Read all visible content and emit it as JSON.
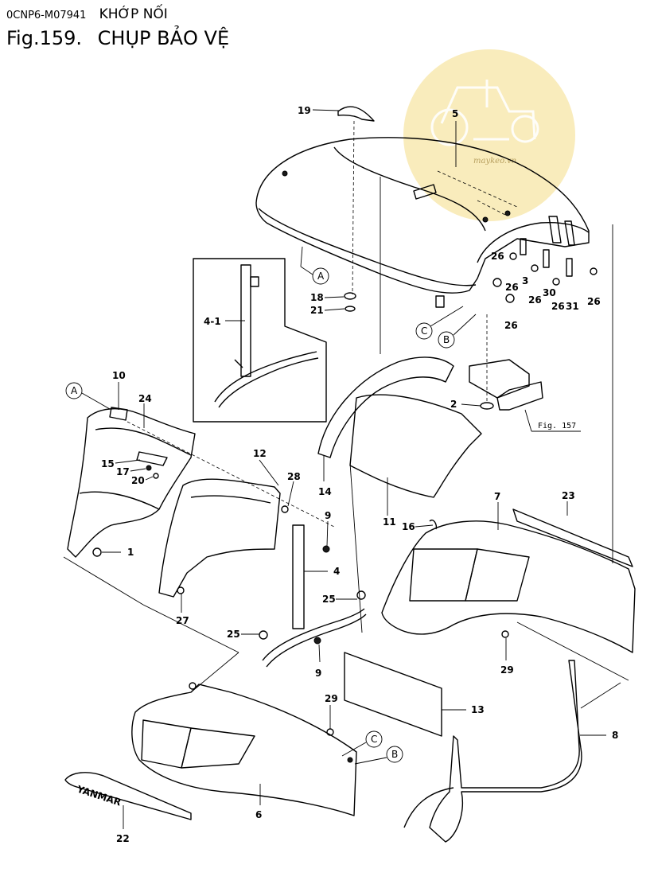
{
  "header": {
    "part_code": "0CNP6-M07941",
    "subtitle": "KHỚP NỐI",
    "fig_number": "Fig.159.",
    "fig_title": "CHỤP BẢO VỆ"
  },
  "watermark": {
    "text": "maykeo.vn",
    "color": "#f7e6a6"
  },
  "figure_ref": "Fig. 157",
  "callouts": [
    "19",
    "5",
    "18",
    "21",
    "26",
    "3",
    "30",
    "31",
    "2",
    "4-1",
    "10",
    "24",
    "15",
    "17",
    "20",
    "12",
    "28",
    "9",
    "14",
    "11",
    "16",
    "7",
    "23",
    "1",
    "27",
    "4",
    "25",
    "29",
    "13",
    "8",
    "6",
    "22"
  ],
  "circle_refs": [
    "A",
    "B",
    "C"
  ],
  "brand_text": "YANMAR"
}
